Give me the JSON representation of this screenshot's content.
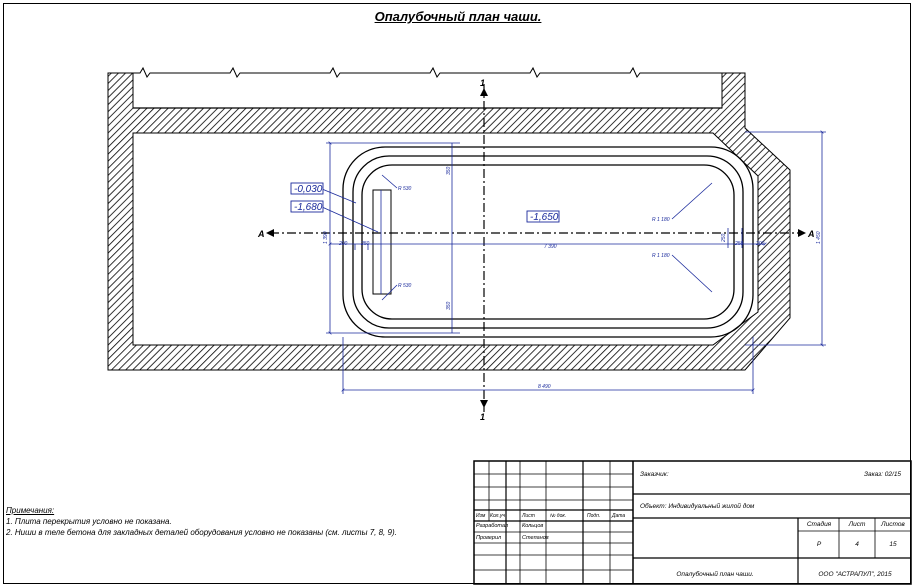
{
  "title": "Опалубочный план чаши.",
  "section_marks": [
    "А",
    "А",
    "1",
    "1"
  ],
  "levels": {
    "top_outer": "-0,030",
    "top_inner": "-1,680",
    "bottom": "-1,650"
  },
  "dimensions": {
    "overall_length": "8 490",
    "inner_length": "7 390",
    "overall_width": "1 450",
    "left_part": "200",
    "left_step": "250",
    "left_h": "1 390",
    "right_step": "250",
    "right_part": "200",
    "right_mid": "250",
    "vert_top": "350",
    "vert_bot": "350",
    "radius_left_top": "R 530",
    "radius_left_bot": "R 530",
    "radius_right_top": "R 1 180",
    "radius_right_bot": "R 1 180"
  },
  "notes": {
    "heading": "Примечания:",
    "items": [
      "1. Плита перекрытия условно не показана.",
      "2. Ниши в теле бетона для закладных деталей оборудования условно не показаны (см. листы 7, 8, 9)."
    ]
  },
  "title_block": {
    "customer_label": "Заказчик:",
    "order": "Заказ: 02/15",
    "object": "Объект: Индивидуальный жилой дом",
    "col_headers": [
      "Изм",
      "Кол.уч",
      "Лист",
      "№ док.",
      "Подп.",
      "Дата"
    ],
    "developed_label": "Разработал",
    "developed_name": "Кольцов",
    "checked_label": "Проверил",
    "checked_name": "Степанов",
    "stage_label": "Стадия",
    "sheet_label": "Лист",
    "sheets_label": "Листов",
    "stage": "Р",
    "sheet": "4",
    "sheets": "15",
    "drawing_name": "Опалубочный план чаши.",
    "company": "ООО \"АСТРАПУЛ\", 2015"
  }
}
